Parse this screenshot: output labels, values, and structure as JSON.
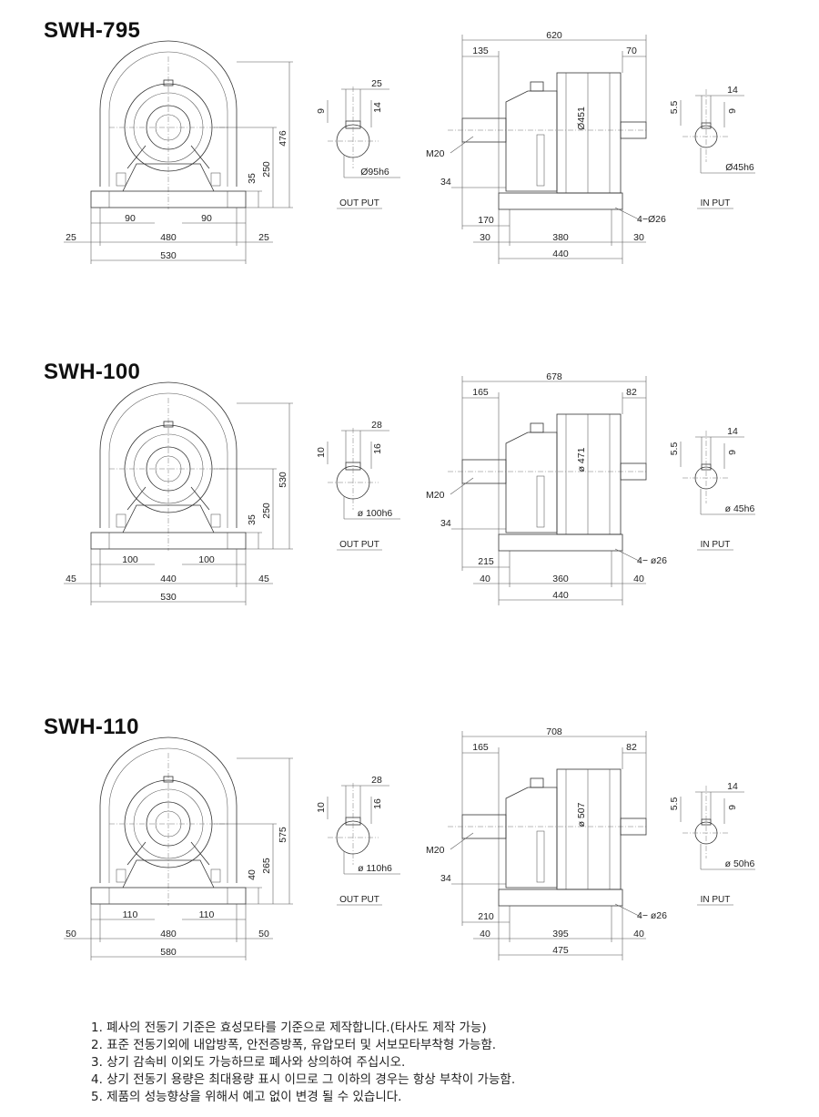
{
  "models": [
    {
      "title": "SWH-795",
      "front": {
        "total_height": "476",
        "shaft_height": "250",
        "base_height": "35",
        "bolt_left": "90",
        "bolt_right": "90",
        "margin_left": "25",
        "bolt_span": "480",
        "margin_right": "25",
        "total_width": "530"
      },
      "output": {
        "width": "25",
        "height_top": "9",
        "keyway": "14",
        "diameter": "Ø95h6",
        "label": "OUT PUT"
      },
      "side": {
        "total_length": "620",
        "left_length": "135",
        "right_length": "70",
        "body_diameter": "Ø451",
        "tap": "M20",
        "shaft_ext": "34",
        "base_offset": "170",
        "foot_left": "30",
        "foot_span": "380",
        "foot_right": "30",
        "base_length": "440",
        "holes": "4−Ø26"
      },
      "input": {
        "height_top": "5.5",
        "width": "14",
        "keyway": "9",
        "diameter": "Ø45h6",
        "label": "IN PUT"
      }
    },
    {
      "title": "SWH-100",
      "front": {
        "total_height": "530",
        "shaft_height": "250",
        "base_height": "35",
        "bolt_left": "100",
        "bolt_right": "100",
        "margin_left": "45",
        "bolt_span": "440",
        "margin_right": "45",
        "total_width": "530"
      },
      "output": {
        "width": "28",
        "height_top": "10",
        "keyway": "16",
        "diameter": "ø 100h6",
        "label": "OUT PUT"
      },
      "side": {
        "total_length": "678",
        "left_length": "165",
        "right_length": "82",
        "body_diameter": "ø 471",
        "tap": "M20",
        "shaft_ext": "34",
        "base_offset": "215",
        "foot_left": "40",
        "foot_span": "360",
        "foot_right": "40",
        "base_length": "440",
        "holes": "4− ø26"
      },
      "input": {
        "height_top": "5.5",
        "width": "14",
        "keyway": "9",
        "diameter": "ø 45h6",
        "label": "IN PUT"
      }
    },
    {
      "title": "SWH-110",
      "front": {
        "total_height": "575",
        "shaft_height": "265",
        "base_height": "40",
        "bolt_left": "110",
        "bolt_right": "110",
        "margin_left": "50",
        "bolt_span": "480",
        "margin_right": "50",
        "total_width": "580"
      },
      "output": {
        "width": "28",
        "height_top": "10",
        "keyway": "16",
        "diameter": "ø 110h6",
        "label": "OUT PUT"
      },
      "side": {
        "total_length": "708",
        "left_length": "165",
        "right_length": "82",
        "body_diameter": "ø 507",
        "tap": "M20",
        "shaft_ext": "34",
        "base_offset": "210",
        "foot_left": "40",
        "foot_span": "395",
        "foot_right": "40",
        "base_length": "475",
        "holes": "4− ø26"
      },
      "input": {
        "height_top": "5.5",
        "width": "14",
        "keyway": "9",
        "diameter": "ø 50h6",
        "label": "IN PUT"
      }
    }
  ],
  "notes": [
    "1. 폐사의 전동기 기준은 효성모타를 기준으로 제작합니다.(타사도 제작 가능)",
    "2. 표준 전동기외에 내압방폭, 안전증방폭, 유압모터 및 서보모타부착형 가능함.",
    "3. 상기 감속비 이외도 가능하므로 폐사와 상의하여 주십시오.",
    "4. 상기 전동기 용량은 최대용량 표시 이므로 그 이하의 경우는 항상 부착이 가능함.",
    "5. 제품의 성능향상을 위해서 예고 없이 변경 될 수 있습니다."
  ]
}
